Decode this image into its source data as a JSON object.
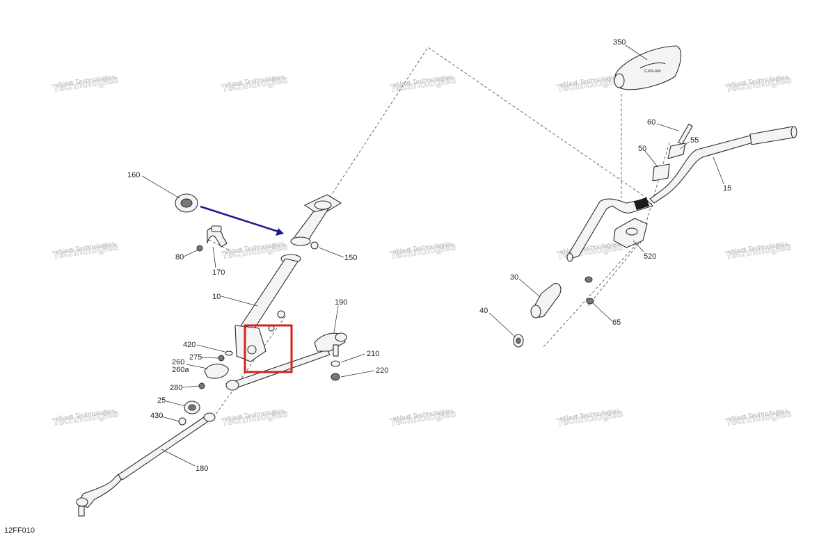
{
  "drawing_code": "12FF010",
  "watermark": {
    "line1": "vNext Technologies",
    "line2": "Technologies"
  },
  "highlight_color": "#d42020",
  "arrow_color": "#1a1a8c",
  "callouts": [
    {
      "id": "c350",
      "text": "350"
    },
    {
      "id": "c60",
      "text": "60"
    },
    {
      "id": "c55",
      "text": "55"
    },
    {
      "id": "c50",
      "text": "50"
    },
    {
      "id": "c15",
      "text": "15"
    },
    {
      "id": "c520",
      "text": "520"
    },
    {
      "id": "c30",
      "text": "30"
    },
    {
      "id": "c40",
      "text": "40"
    },
    {
      "id": "c65",
      "text": "65"
    },
    {
      "id": "c160",
      "text": "160"
    },
    {
      "id": "c80",
      "text": "80"
    },
    {
      "id": "c170",
      "text": "170"
    },
    {
      "id": "c150",
      "text": "150"
    },
    {
      "id": "c10",
      "text": "10"
    },
    {
      "id": "c190",
      "text": "190"
    },
    {
      "id": "c420",
      "text": "420"
    },
    {
      "id": "c275",
      "text": "275"
    },
    {
      "id": "c260",
      "text": "260"
    },
    {
      "id": "c260a",
      "text": "260a"
    },
    {
      "id": "c280",
      "text": "280"
    },
    {
      "id": "c210",
      "text": "210"
    },
    {
      "id": "c220",
      "text": "220"
    },
    {
      "id": "c25",
      "text": "25"
    },
    {
      "id": "c430",
      "text": "430"
    },
    {
      "id": "c180",
      "text": "180"
    }
  ]
}
